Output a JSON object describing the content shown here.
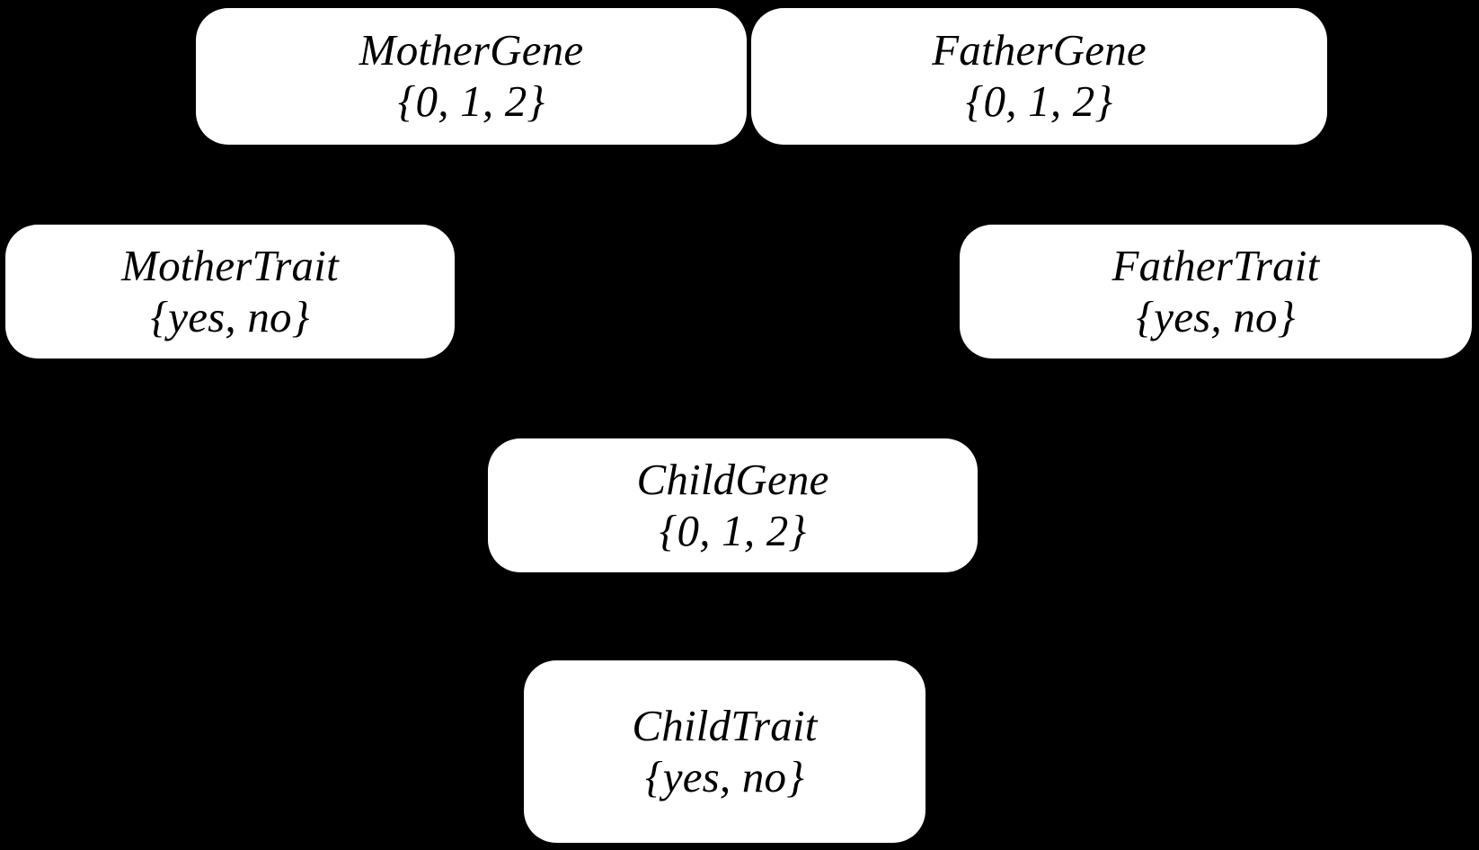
{
  "diagram": {
    "type": "bayesian-network",
    "background_color": "#000000",
    "node_fill_color": "#ffffff",
    "node_text_color": "#000000",
    "edge_color": "#000000",
    "nodes": [
      {
        "id": "mother-gene",
        "name": "MotherGene",
        "domain": "{0, 1, 2}"
      },
      {
        "id": "father-gene",
        "name": "FatherGene",
        "domain": "{0, 1, 2}"
      },
      {
        "id": "mother-trait",
        "name": "MotherTrait",
        "domain": "{yes, no}"
      },
      {
        "id": "father-trait",
        "name": "FatherTrait",
        "domain": "{yes, no}"
      },
      {
        "id": "child-gene",
        "name": "ChildGene",
        "domain": "{0, 1, 2}"
      },
      {
        "id": "child-trait",
        "name": "ChildTrait",
        "domain": "{yes, no}"
      }
    ],
    "edges": [
      {
        "from": "mother-gene",
        "to": "mother-trait"
      },
      {
        "from": "father-gene",
        "to": "father-trait"
      },
      {
        "from": "mother-gene",
        "to": "child-gene"
      },
      {
        "from": "father-gene",
        "to": "child-gene"
      },
      {
        "from": "child-gene",
        "to": "child-trait"
      }
    ]
  }
}
